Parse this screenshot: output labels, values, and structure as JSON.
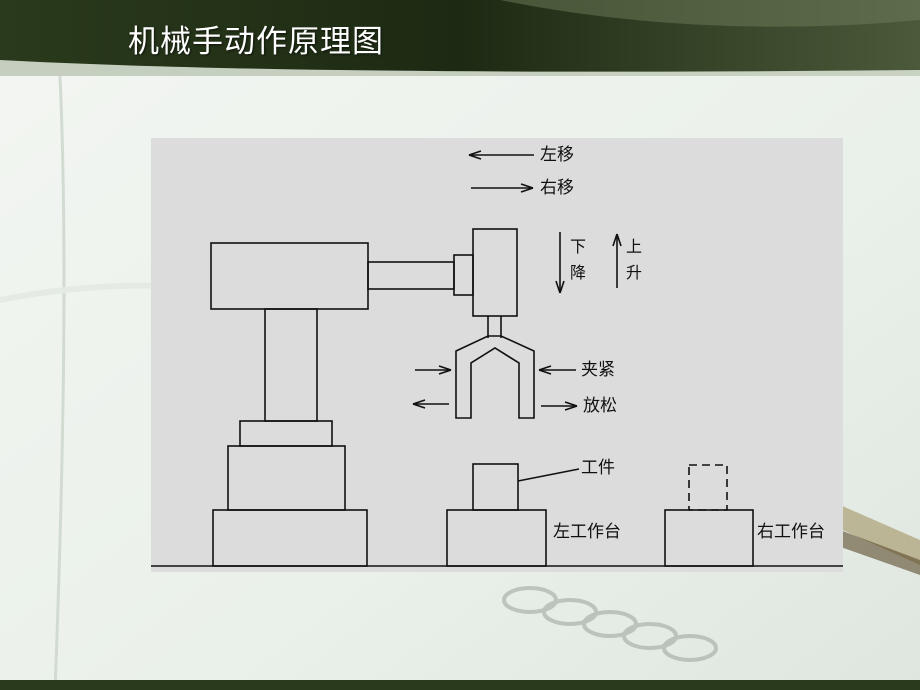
{
  "slide": {
    "title": "机械手动作原理图"
  },
  "diagram": {
    "labels": {
      "left_move": "左移",
      "right_move": "右移",
      "down_char1": "下",
      "down_char2": "降",
      "up_char1": "上",
      "up_char2": "升",
      "clamp": "夹紧",
      "release": "放松",
      "workpiece": "工件",
      "left_table": "左工作台",
      "right_table": "右工作台"
    }
  },
  "colors": {
    "title_bar": "#1e2a14",
    "title_text": "#ffffff",
    "diagram_bg": "#dcdcdc",
    "line": "#111111"
  }
}
